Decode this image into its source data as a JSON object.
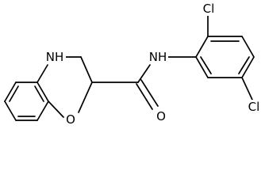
{
  "molecule": {
    "atoms": {
      "nh_ring": "NH",
      "o_ring": "O",
      "nh_amide": "NH",
      "o_carbonyl": "O",
      "cl_top": "Cl",
      "cl_bottom": "Cl"
    }
  }
}
